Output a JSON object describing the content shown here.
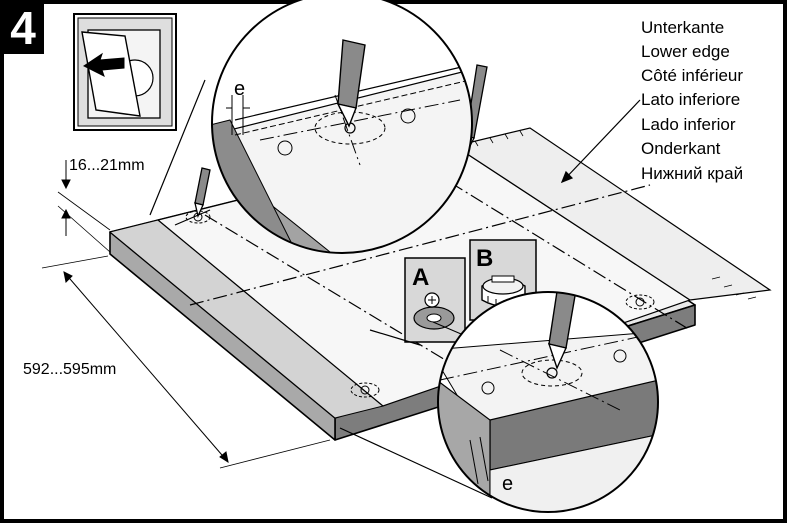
{
  "step_number": "4",
  "edge_labels": [
    "Unterkante",
    "Lower edge",
    "Côté inférieur",
    "Lato inferiore",
    "Lado inferior",
    "Onderkant",
    "Нижний край"
  ],
  "dimensions": {
    "thickness": "16...21mm",
    "depth": "592...595mm"
  },
  "callouts": {
    "a": "A",
    "b": "B",
    "gap_top": "e",
    "gap_bottom": "e"
  }
}
